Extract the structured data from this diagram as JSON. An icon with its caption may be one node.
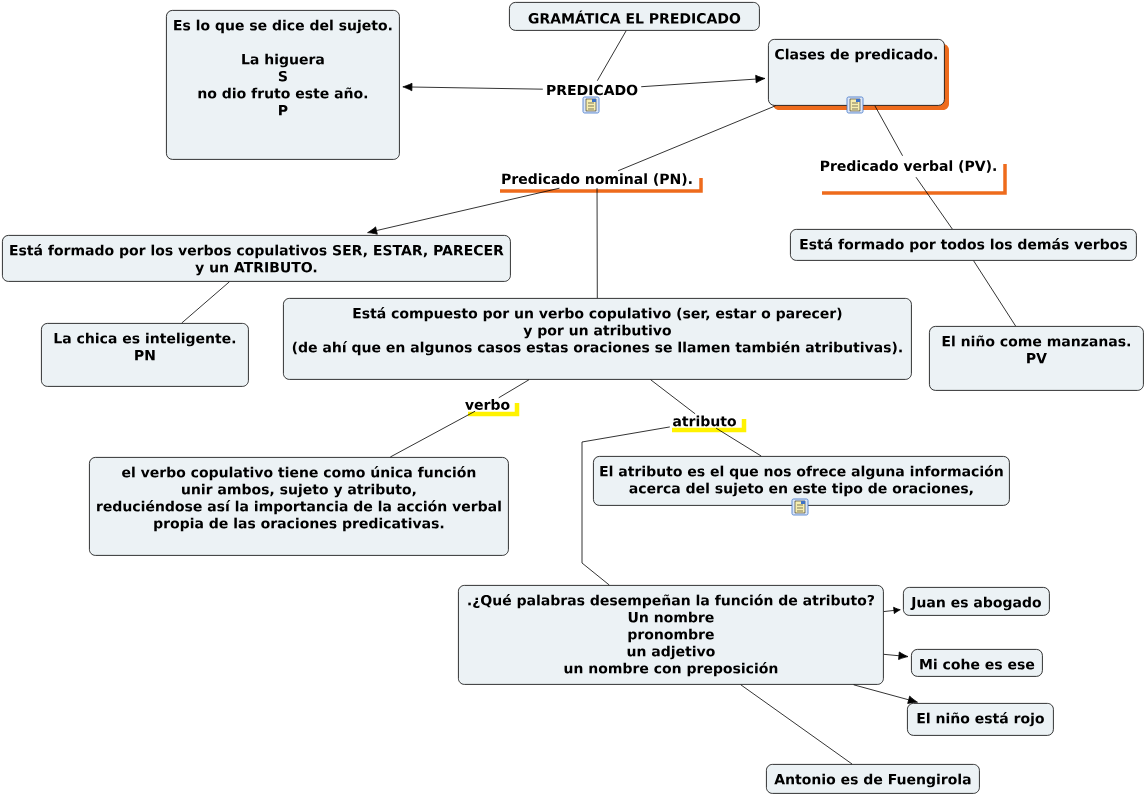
{
  "diagram": {
    "nodes": [
      {
        "text": [
          "GRAMÁTICA EL PREDICADO"
        ]
      },
      {
        "text": [
          "PREDICADO"
        ]
      },
      {
        "text": [
          "Es lo que se dice del sujeto.",
          "La higuera",
          "S",
          "no dio fruto este año.",
          "P"
        ]
      },
      {
        "text": [
          "Clases de predicado."
        ]
      },
      {
        "text": [
          "Predicado nominal (PN)."
        ]
      },
      {
        "text": [
          "Predicado verbal (PV)."
        ]
      },
      {
        "text": [
          "Está formado por los verbos copulativos SER, ESTAR, PARECER y un ATRIBUTO."
        ]
      },
      {
        "text": [
          "La chica es inteligente.",
          "PN"
        ]
      },
      {
        "text": [
          "Está compuesto por un verbo copulativo (ser, estar o parecer) y por un atributivo (de ahí que en algunos casos estas oraciones se llamen también atributivas)."
        ]
      },
      {
        "text": [
          "verbo"
        ]
      },
      {
        "text": [
          "atributo"
        ]
      },
      {
        "text": [
          "el verbo copulativo tiene como única función unir ambos, sujeto y atributo, reduciéndose así la importancia de la acción verbal propia de las oraciones predicativas."
        ]
      },
      {
        "text": [
          "El atributo es el que nos ofrece alguna información acerca del sujeto en este tipo de oraciones,"
        ]
      },
      {
        "text": [
          ".¿Qué palabras desempeñan la función de atributo?",
          "Un nombre",
          "pronombre",
          "un adjetivo",
          "un nombre con preposición"
        ]
      },
      {
        "text": [
          "Juan es abogado"
        ]
      },
      {
        "text": [
          "Mi cohe es ese"
        ]
      },
      {
        "text": [
          "El niño está rojo"
        ]
      },
      {
        "text": [
          "Antonio es de Fuengirola"
        ]
      },
      {
        "text": [
          "Está formado por todos los demás verbos"
        ]
      },
      {
        "text": [
          "El niño come manzanas.",
          "PV"
        ]
      }
    ],
    "edges": [
      {
        "from": 0,
        "to": 1,
        "arrow": "none"
      },
      {
        "from": 1,
        "to": 2,
        "arrow": "to"
      },
      {
        "from": 1,
        "to": 3,
        "arrow": "to"
      },
      {
        "from": 3,
        "to": 4,
        "arrow": "none"
      },
      {
        "from": 3,
        "to": 5,
        "arrow": "none"
      },
      {
        "from": 4,
        "to": 6,
        "arrow": "to"
      },
      {
        "from": 4,
        "to": 8,
        "arrow": "none"
      },
      {
        "from": 6,
        "to": 7,
        "arrow": "none"
      },
      {
        "from": 5,
        "to": 18,
        "arrow": "none"
      },
      {
        "from": 18,
        "to": 19,
        "arrow": "none"
      },
      {
        "from": 8,
        "to": 9,
        "arrow": "none"
      },
      {
        "from": 8,
        "to": 10,
        "arrow": "none"
      },
      {
        "from": 9,
        "to": 11,
        "arrow": "none"
      },
      {
        "from": 10,
        "to": 12,
        "arrow": "none"
      },
      {
        "from": 10,
        "to": 13,
        "arrow": "none"
      },
      {
        "from": 13,
        "to": 14,
        "arrow": "to"
      },
      {
        "from": 13,
        "to": 15,
        "arrow": "to"
      },
      {
        "from": 13,
        "to": 16,
        "arrow": "to"
      },
      {
        "from": 13,
        "to": 17,
        "arrow": "none"
      }
    ]
  }
}
